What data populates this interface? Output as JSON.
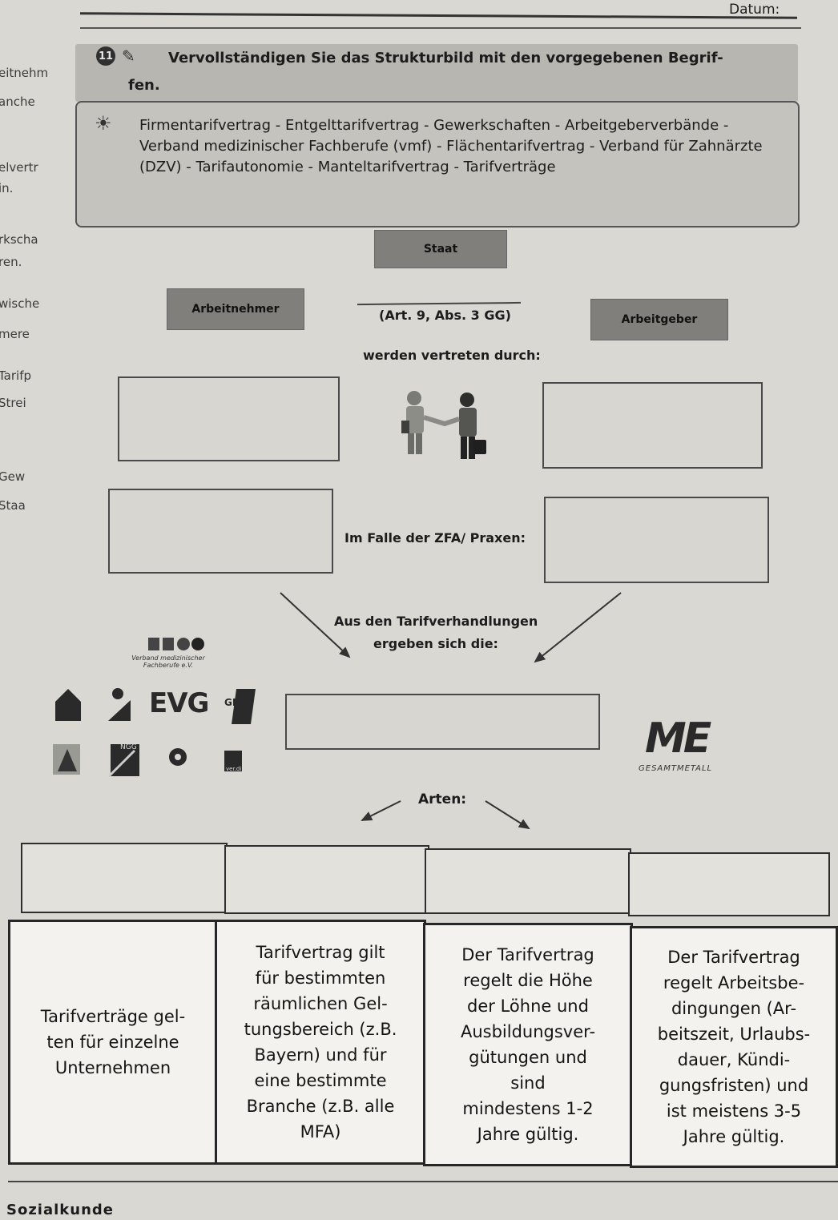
{
  "header": {
    "date_label": "Datum:"
  },
  "margin_snippets": [
    "eitnehm",
    "anche",
    "elvertr",
    "in.",
    "rkscha",
    "ren.",
    "wische",
    "mere",
    "Tarifp",
    "Strei",
    "Gew",
    "Staa"
  ],
  "task": {
    "number": "11",
    "instruction_line1": "Vervollständigen Sie das Strukturbild mit den vorgegebenen Begrif-",
    "instruction_line2": "fen.",
    "terms": "Firmentarifvertrag - Entgelttarifvertrag - Gewerkschaften - Arbeitgeberver­bände - Verband medizinischer Fachberufe (vmf) - Flächentarifvertrag - Verband für Zahnärzte (DZV) - Tarifautonomie - Manteltarifvertrag - Tarif­verträge"
  },
  "diagram": {
    "staat": "Staat",
    "arbeitnehmer": "Arbeitnehmer",
    "arbeitgeber": "Arbeitgeber",
    "article": "(Art. 9, Abs. 3 GG)",
    "represented_by": "werden vertreten durch:",
    "zfa_label": "Im Falle der ZFA/ Praxen:",
    "negotiations_line1": "Aus den Tarifverhandlungen",
    "negotiations_line2": "ergeben sich die:",
    "arten_label": "Arten:"
  },
  "logos": {
    "vmf_caption": "Verband medizinischer Fachberufe e.V.",
    "evg": "EVG",
    "gew": "GEW",
    "ngg": "NGG",
    "verdi": "ver.di",
    "me_caption": "GESAMTMETALL",
    "me": "ME"
  },
  "types": [
    {
      "description": "Tarifverträge gel-\nten für einzelne\nUnternehmen"
    },
    {
      "description": "Tarifvertrag gilt\nfür bestimmten\nräumlichen Gel-\ntungsbereich (z.B.\nBayern) und für\neine bestimmte\nBranche (z.B. alle\nMFA)"
    },
    {
      "description": "Der Tarifvertrag\nregelt die Höhe\nder Löhne und\nAusbildungsver-\ngütungen und\nsind\nmindestens 1-2\nJahre gültig."
    },
    {
      "description": "Der Tarifvertrag\nregelt Arbeitsbe-\ndingungen (Ar-\nbeitszeit, Urlaubs-\ndauer, Kündi-\ngungsfristen) und\nist meistens 3-5\nJahre gültig."
    }
  ],
  "footer": {
    "subject": "Sozialkunde"
  }
}
